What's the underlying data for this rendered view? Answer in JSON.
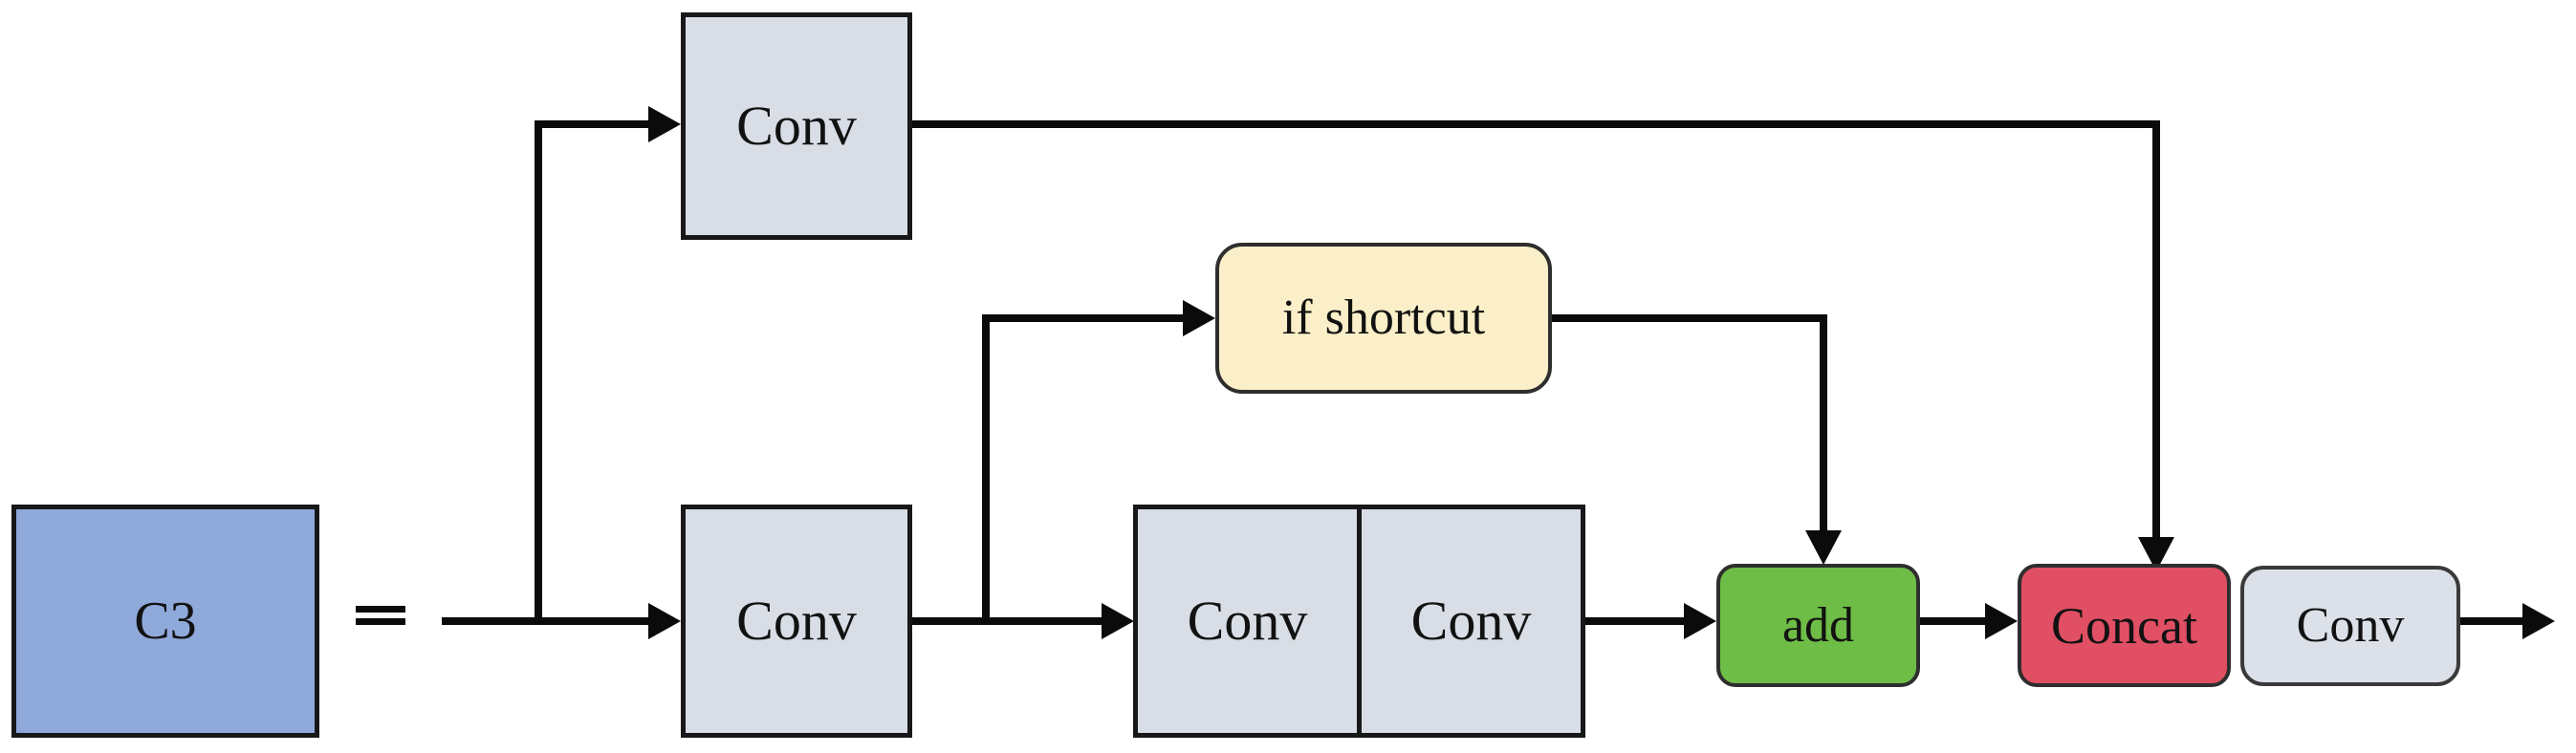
{
  "diagram": {
    "equals_sign": "=",
    "line_color": "#0b0b0b",
    "nodes": {
      "c3": {
        "label": "C3",
        "fill": "#8FA9DB"
      },
      "conv_top": {
        "label": "Conv",
        "fill": "#D8DDE6"
      },
      "conv_mid": {
        "label": "Conv",
        "fill": "#D8DDE6"
      },
      "conv_pair_left": {
        "label": "Conv",
        "fill": "#D8DDE6"
      },
      "conv_pair_right": {
        "label": "Conv",
        "fill": "#D8DDE6"
      },
      "if_shortcut": {
        "label": "if shortcut",
        "fill": "#FAEFC8"
      },
      "add": {
        "label": "add",
        "fill": "#6EBD46"
      },
      "concat": {
        "label": "Concat",
        "fill": "#E04F63"
      },
      "conv_out": {
        "label": "Conv",
        "fill": "#DCE1E9"
      }
    },
    "edges": [
      {
        "from": "input",
        "to": "conv_top"
      },
      {
        "from": "input",
        "to": "conv_mid"
      },
      {
        "from": "conv_mid",
        "to": "if_shortcut"
      },
      {
        "from": "conv_mid",
        "to": "conv_pair"
      },
      {
        "from": "conv_pair",
        "to": "add"
      },
      {
        "from": "if_shortcut",
        "to": "add"
      },
      {
        "from": "add",
        "to": "concat"
      },
      {
        "from": "conv_top",
        "to": "concat"
      },
      {
        "from": "concat",
        "to": "conv_out"
      },
      {
        "from": "conv_out",
        "to": "output"
      }
    ]
  }
}
